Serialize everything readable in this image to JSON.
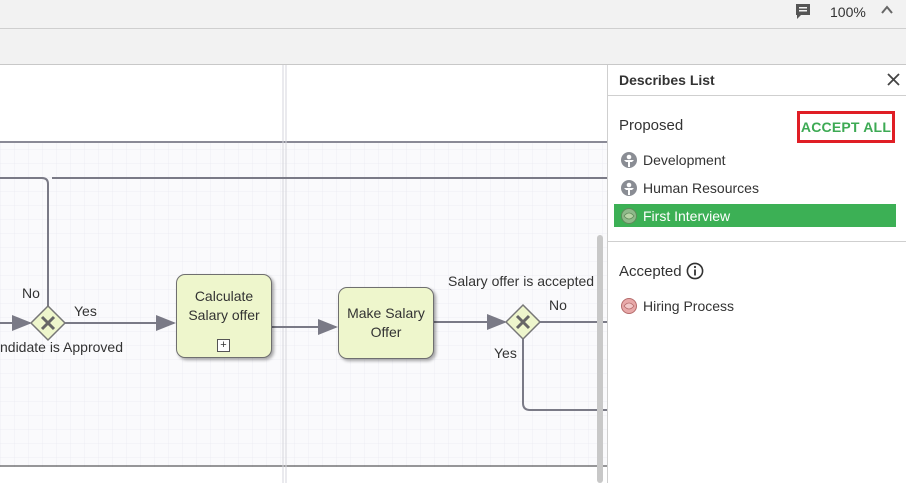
{
  "toolbar": {
    "zoom": "100%",
    "comment_icon": "comment-icon",
    "collapse_icon": "chevron-up-icon"
  },
  "diagram": {
    "tasks": [
      {
        "id": "calc",
        "label": "Calculate Salary offer",
        "has_subprocess_marker": true
      },
      {
        "id": "make",
        "label": "Make Salary Offer",
        "has_subprocess_marker": false
      }
    ],
    "labels": {
      "no_1": "No",
      "yes_1": "Yes",
      "approved": "ndidate is Approved",
      "offer_accepted": "Salary offer is accepted",
      "no_2": "No",
      "yes_2": "Yes"
    },
    "colors": {
      "task_fill": "#eef6cc",
      "gateway_fill": "#eef6cc",
      "flow": "#7a7a86"
    }
  },
  "panel": {
    "title": "Describes List",
    "proposed_label": "Proposed",
    "accept_all_label": "ACCEPT ALL",
    "proposed_items": [
      {
        "label": "Development",
        "icon": "org-unit-icon",
        "selected": false
      },
      {
        "label": "Human Resources",
        "icon": "org-unit-icon",
        "selected": false
      },
      {
        "label": "First Interview",
        "icon": "process-icon",
        "selected": true
      }
    ],
    "accepted_label": "Accepted",
    "accepted_items": [
      {
        "label": "Hiring Process",
        "icon": "process-pink-icon"
      }
    ],
    "colors": {
      "accent": "#3cb055",
      "highlight_border": "#e01e25"
    }
  }
}
